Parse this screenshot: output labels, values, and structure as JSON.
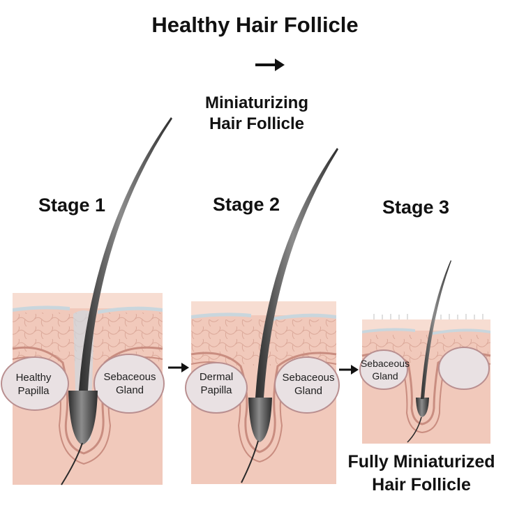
{
  "header": {
    "title": "Healthy Hair Follicle",
    "subtitle_line1": "Miniaturizing",
    "subtitle_line2": "Hair Follicle"
  },
  "stages": [
    {
      "label": "Stage 1",
      "left_label_1": "Healthy",
      "left_label_2": "Papilla",
      "right_label_1": "Sebaceous",
      "right_label_2": "Gland"
    },
    {
      "label": "Stage 2",
      "left_label_1": "Dermal",
      "left_label_2": "Papilla",
      "right_label_1": "Sebaceous",
      "right_label_2": "Gland"
    },
    {
      "label": "Stage 3",
      "gland_label_1": "Sebaceous",
      "gland_label_2": "Gland"
    }
  ],
  "footer": {
    "line1": "Fully Miniaturized",
    "line2": "Hair Follicle"
  },
  "colors": {
    "skin": "#f1c9bb",
    "skin_light": "#f7ddd2",
    "skin_line": "#c98d80",
    "gland": "#e9e1e3",
    "hair": "#4a4a4a",
    "hair_dark": "#2a2a2a"
  }
}
